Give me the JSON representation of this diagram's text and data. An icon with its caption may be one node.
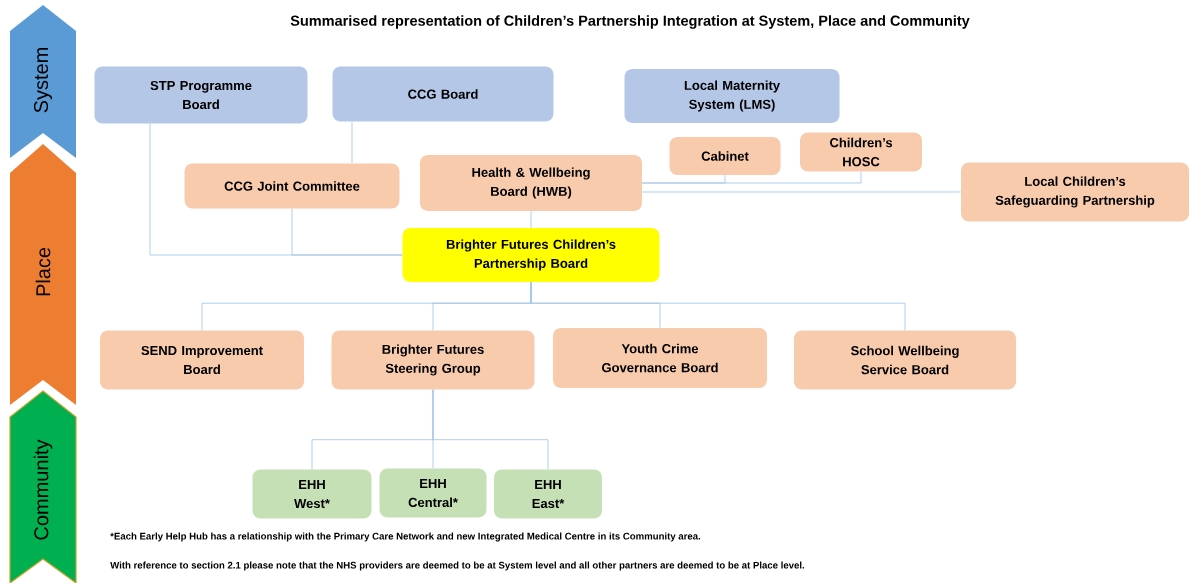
{
  "diagram": {
    "title": "Summarised representation of Children’s Partnership Integration at System, Place and Community",
    "nodes": [
      {
        "text": [
          "System"
        ]
      },
      {
        "text": [
          "Place"
        ]
      },
      {
        "text": [
          "Community"
        ]
      },
      {
        "text": [
          "STP Programme Board"
        ]
      },
      {
        "text": [
          "CCG Board"
        ]
      },
      {
        "text": [
          "Local Maternity System (LMS)"
        ]
      },
      {
        "text": [
          "CCG Joint Committee"
        ]
      },
      {
        "text": [
          "Health & Wellbeing Board (HWB)"
        ]
      },
      {
        "text": [
          "Cabinet"
        ]
      },
      {
        "text": [
          "Children’s HOSC"
        ]
      },
      {
        "text": [
          "Local Children’s Safeguarding Partnership"
        ]
      },
      {
        "text": [
          "Brighter Futures Children’s Partnership Board"
        ]
      },
      {
        "text": [
          "SEND Improvement Board"
        ]
      },
      {
        "text": [
          "Brighter Futures Steering Group"
        ]
      },
      {
        "text": [
          "Youth Crime Governance Board"
        ]
      },
      {
        "text": [
          "School Wellbeing Service Board"
        ]
      },
      {
        "text": [
          "EHH West*"
        ]
      },
      {
        "text": [
          "EHH Central*"
        ]
      },
      {
        "text": [
          "EHH East*"
        ]
      }
    ],
    "edges": [
      {
        "from": 3,
        "to": 11,
        "arrow": "none"
      },
      {
        "from": 4,
        "to": 6,
        "arrow": "none"
      },
      {
        "from": 6,
        "to": 11,
        "arrow": "none"
      },
      {
        "from": 7,
        "to": 11,
        "arrow": "none"
      },
      {
        "from": 7,
        "to": 8,
        "arrow": "none"
      },
      {
        "from": 7,
        "to": 9,
        "arrow": "none"
      },
      {
        "from": 7,
        "to": 10,
        "arrow": "none"
      },
      {
        "from": 11,
        "to": 12,
        "arrow": "none"
      },
      {
        "from": 11,
        "to": 13,
        "arrow": "none"
      },
      {
        "from": 11,
        "to": 14,
        "arrow": "none"
      },
      {
        "from": 11,
        "to": 15,
        "arrow": "none"
      },
      {
        "from": 13,
        "to": 16,
        "arrow": "none"
      },
      {
        "from": 13,
        "to": 17,
        "arrow": "none"
      },
      {
        "from": 13,
        "to": 18,
        "arrow": "none"
      }
    ],
    "labels": [
      "*Each Early Help Hub has a relationship with the Primary Care Network and new Integrated Medical Centre in its Community area.",
      "With reference to section 2.1 please note that the NHS providers are deemed to be at System level and all other partners are deemed to be at Place level."
    ]
  }
}
